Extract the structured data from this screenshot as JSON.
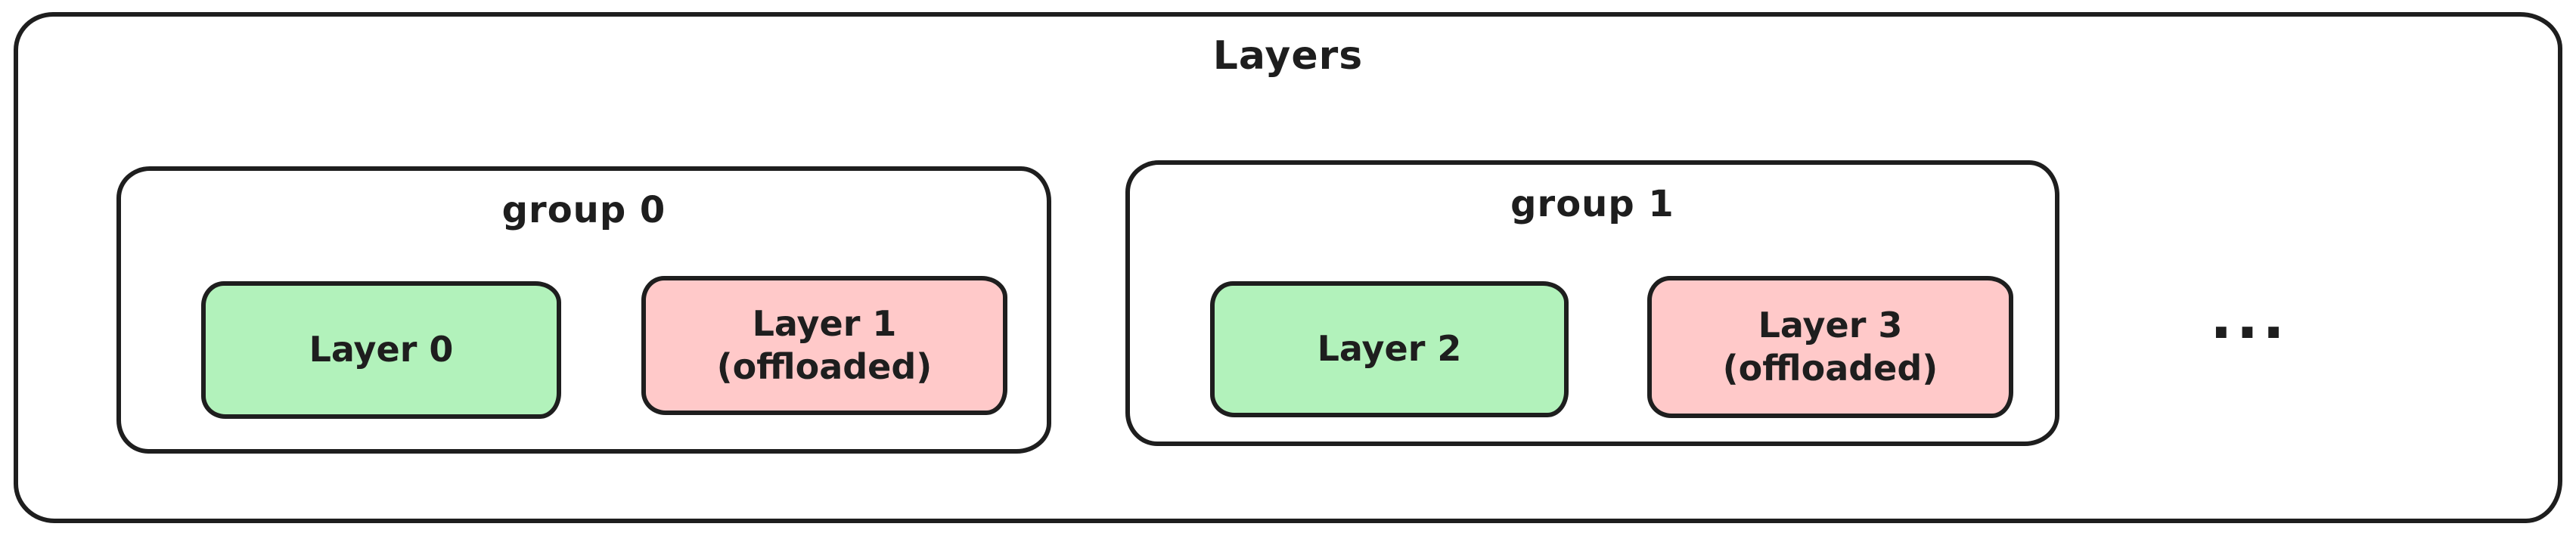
{
  "diagram": {
    "title": "Layers",
    "more_indicator": "...",
    "colors": {
      "stroke": "#1e1e1e",
      "loaded_fill": "#b2f2bb",
      "offloaded_fill": "#ffc9c9",
      "background": "#ffffff"
    },
    "groups": [
      {
        "label": "group 0",
        "layers": [
          {
            "label": "Layer 0",
            "state": "loaded"
          },
          {
            "label": "Layer 1",
            "sublabel": "(offloaded)",
            "state": "offloaded"
          }
        ]
      },
      {
        "label": "group 1",
        "layers": [
          {
            "label": "Layer 2",
            "state": "loaded"
          },
          {
            "label": "Layer 3",
            "sublabel": "(offloaded)",
            "state": "offloaded"
          }
        ]
      }
    ]
  }
}
